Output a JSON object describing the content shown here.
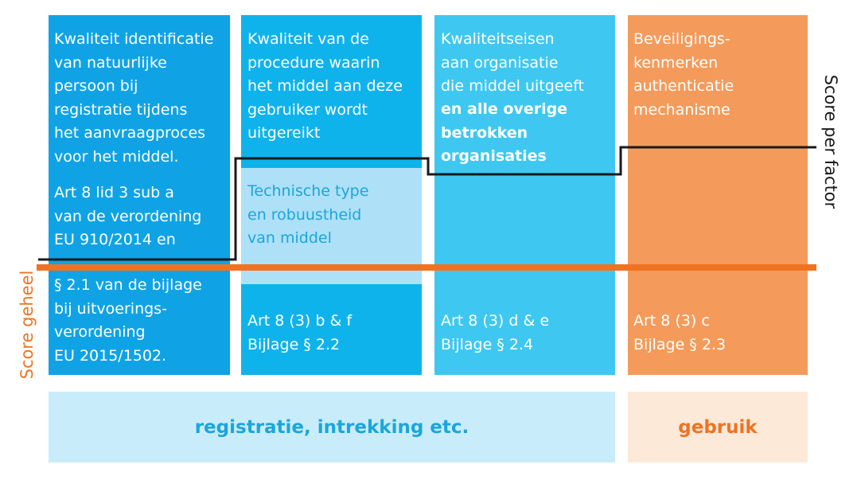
{
  "colors": {
    "blue_dark": "#0fa3e6",
    "blue_mid": "#0fb3ec",
    "blue_light": "#3ec8f1",
    "blue_pale": "#aee0f7",
    "orange": "#f49b5b",
    "orange_line": "#ef7323",
    "bar_blue": "#c9ecfa",
    "bar_orange": "#fde9d8",
    "text_blue": "#1aa6dc",
    "text_orange": "#ef7323"
  },
  "columns": [
    {
      "top_text": "Kwaliteit identificatie\nvan natuurlijke\npersoon bij\nregistratie tijdens\nhet aanvraagproces\nvoor het middel.",
      "mid_text": "Art 8 lid 3 sub a\nvan de verordening\nEU 910/2014 en",
      "bottom_text": "§ 2.1 van de bijlage\nbij uitvoerings-\nverordening\nEU 2015/1502."
    },
    {
      "top_text": "Kwaliteit van de\nprocedure waarin\nhet middel aan deze\ngebruiker wordt\nuitgereikt",
      "pale_text": "Technische type\nen robuustheid\nvan middel",
      "bottom_text": "Art 8 (3) b & f\nBijlage § 2.2"
    },
    {
      "top_text": "Kwaliteitseisen\naan organisatie\ndie middel uitgeeft",
      "top_text_bold": "en alle overige\nbetrokken\norganisaties",
      "bottom_text": "Art 8 (3) d & e\nBijlage § 2.4"
    },
    {
      "top_text": "Beveiligings-\nkenmerken\nauthenticatie\nmechanisme",
      "bottom_text": "Art 8 (3) c\nBijlage § 2.3"
    }
  ],
  "bars": {
    "blue_label": "registratie, intrekking etc.",
    "orange_label": "gebruik"
  },
  "side_labels": {
    "left": "Score geheel",
    "right": "Score per factor"
  }
}
